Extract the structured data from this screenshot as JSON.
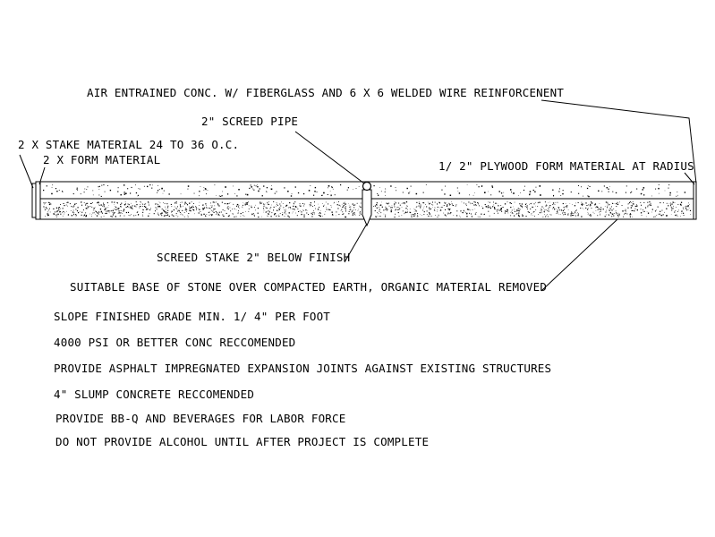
{
  "labels": {
    "concrete": "AIR ENTRAINED CONC. W/ FIBERGLASS AND 6 X 6 WELDED WIRE REINFORCENENT",
    "screed_pipe": "2\" SCREED PIPE",
    "stake_material": "2 X STAKE MATERIAL 24 TO 36 O.C.",
    "form_material": "2 X FORM MATERIAL",
    "plywood": "1/ 2\" PLYWOOD FORM MATERIAL AT RADIUS",
    "screed_stake": "SCREED STAKE 2\" BELOW FINISH",
    "base": "SUITABLE BASE OF STONE OVER COMPACTED EARTH, ORGANIC MATERIAL REMOVED"
  },
  "notes": [
    "SLOPE FINISHED GRADE MIN. 1/ 4\" PER FOOT",
    "4000 PSI OR BETTER CONC RECCOMENDED",
    "PROVIDE ASPHALT IMPREGNATED EXPANSION JOINTS AGAINST EXISTING STRUCTURES",
    "4\" SLUMP CONCRETE RECCOMENDED",
    "PROVIDE BB-Q AND BEVERAGES FOR LABOR FORCE",
    "DO NOT PROVIDE ALCOHOL UNTIL AFTER PROJECT IS COMPLETE"
  ],
  "colors": {
    "ink": "#000000",
    "background": "#ffffff"
  }
}
